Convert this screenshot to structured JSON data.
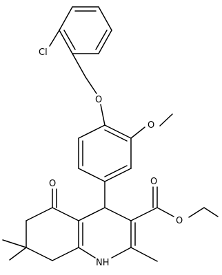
{
  "atoms": {
    "cl": "Cl",
    "o_ether": "O",
    "o_methoxy": "O",
    "o_ketone": "O",
    "o_carbonyl": "O",
    "o_ester": "O",
    "nh": "NH"
  }
}
